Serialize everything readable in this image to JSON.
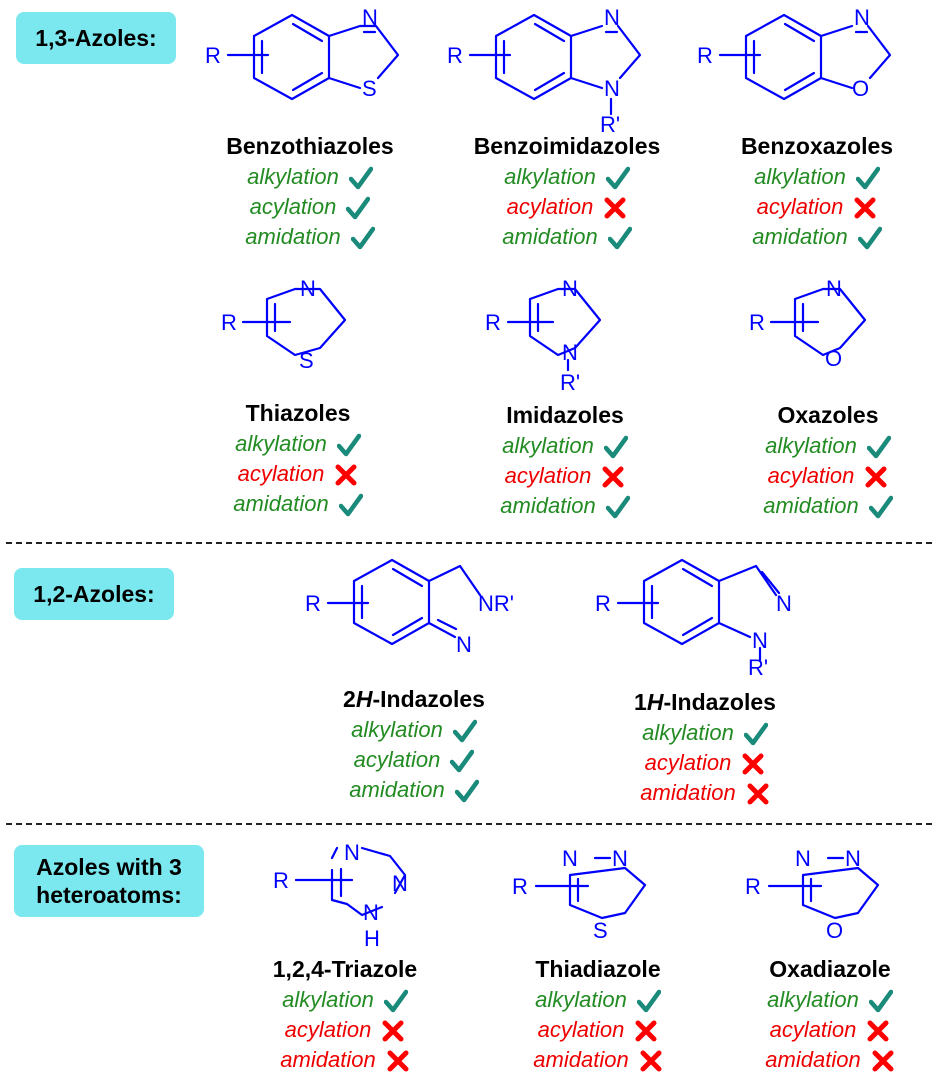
{
  "sections": [
    {
      "id": "s13",
      "label": "1,3-Azoles:"
    },
    {
      "id": "s12",
      "label": "1,2-Azoles:"
    },
    {
      "id": "s3",
      "label": "Azoles with 3 heteroatoms:"
    }
  ],
  "legend_words": {
    "alkylation": "alkylation",
    "acylation": "acylation",
    "amidation": "amidation"
  },
  "compounds": [
    {
      "name": "Benzothiazoles",
      "results": [
        {
          "reaction": "alkylation",
          "outcome": "yes"
        },
        {
          "reaction": "acylation",
          "outcome": "yes"
        },
        {
          "reaction": "amidation",
          "outcome": "yes"
        }
      ]
    },
    {
      "name": "Benzoimidazoles",
      "results": [
        {
          "reaction": "alkylation",
          "outcome": "yes"
        },
        {
          "reaction": "acylation",
          "outcome": "no"
        },
        {
          "reaction": "amidation",
          "outcome": "yes"
        }
      ]
    },
    {
      "name": "Benzoxazoles",
      "results": [
        {
          "reaction": "alkylation",
          "outcome": "yes"
        },
        {
          "reaction": "acylation",
          "outcome": "no"
        },
        {
          "reaction": "amidation",
          "outcome": "yes"
        }
      ]
    },
    {
      "name": "Thiazoles",
      "results": [
        {
          "reaction": "alkylation",
          "outcome": "yes"
        },
        {
          "reaction": "acylation",
          "outcome": "no"
        },
        {
          "reaction": "amidation",
          "outcome": "yes"
        }
      ]
    },
    {
      "name": "Imidazoles",
      "results": [
        {
          "reaction": "alkylation",
          "outcome": "yes"
        },
        {
          "reaction": "acylation",
          "outcome": "no"
        },
        {
          "reaction": "amidation",
          "outcome": "yes"
        }
      ]
    },
    {
      "name": "Oxazoles",
      "results": [
        {
          "reaction": "alkylation",
          "outcome": "yes"
        },
        {
          "reaction": "acylation",
          "outcome": "no"
        },
        {
          "reaction": "amidation",
          "outcome": "yes"
        }
      ]
    },
    {
      "name_prefix": "2",
      "name_italic": "H",
      "name_suffix": "-Indazoles",
      "results": [
        {
          "reaction": "alkylation",
          "outcome": "yes"
        },
        {
          "reaction": "acylation",
          "outcome": "yes"
        },
        {
          "reaction": "amidation",
          "outcome": "yes"
        }
      ]
    },
    {
      "name_prefix": "1",
      "name_italic": "H",
      "name_suffix": "-Indazoles",
      "results": [
        {
          "reaction": "alkylation",
          "outcome": "yes"
        },
        {
          "reaction": "acylation",
          "outcome": "no"
        },
        {
          "reaction": "amidation",
          "outcome": "no"
        }
      ]
    },
    {
      "name": "1,2,4-Triazole",
      "results": [
        {
          "reaction": "alkylation",
          "outcome": "yes"
        },
        {
          "reaction": "acylation",
          "outcome": "no"
        },
        {
          "reaction": "amidation",
          "outcome": "no"
        }
      ]
    },
    {
      "name": "Thiadiazole",
      "results": [
        {
          "reaction": "alkylation",
          "outcome": "yes"
        },
        {
          "reaction": "acylation",
          "outcome": "no"
        },
        {
          "reaction": "amidation",
          "outcome": "no"
        }
      ]
    },
    {
      "name": "Oxadiazole",
      "results": [
        {
          "reaction": "alkylation",
          "outcome": "yes"
        },
        {
          "reaction": "acylation",
          "outcome": "no"
        },
        {
          "reaction": "amidation",
          "outcome": "no"
        }
      ]
    }
  ],
  "structure_atoms": {
    "benzothiazole": [
      "R",
      "N",
      "S"
    ],
    "benzimidazole": [
      "R",
      "N",
      "N",
      "R'"
    ],
    "benzoxazole": [
      "R",
      "N",
      "O"
    ],
    "thiazole": [
      "R",
      "N",
      "S"
    ],
    "imidazole": [
      "R",
      "N",
      "N",
      "R'"
    ],
    "oxazole": [
      "R",
      "N",
      "O"
    ],
    "indazole_2h": [
      "R",
      "NR'",
      "N"
    ],
    "indazole_1h": [
      "R",
      "N",
      "N",
      "R'"
    ],
    "triazole": [
      "R",
      "N",
      "N",
      "N",
      "H"
    ],
    "thiadiazole": [
      "R",
      "N",
      "N",
      "S"
    ],
    "oxadiazole": [
      "R",
      "N",
      "N",
      "O"
    ]
  },
  "colors": {
    "structure": "#0000ff",
    "positive": "#228b22",
    "negative": "#ee0000",
    "check": "#1a8a7a",
    "cross": "#ff0000",
    "header_bg": "#7ae8ee"
  }
}
